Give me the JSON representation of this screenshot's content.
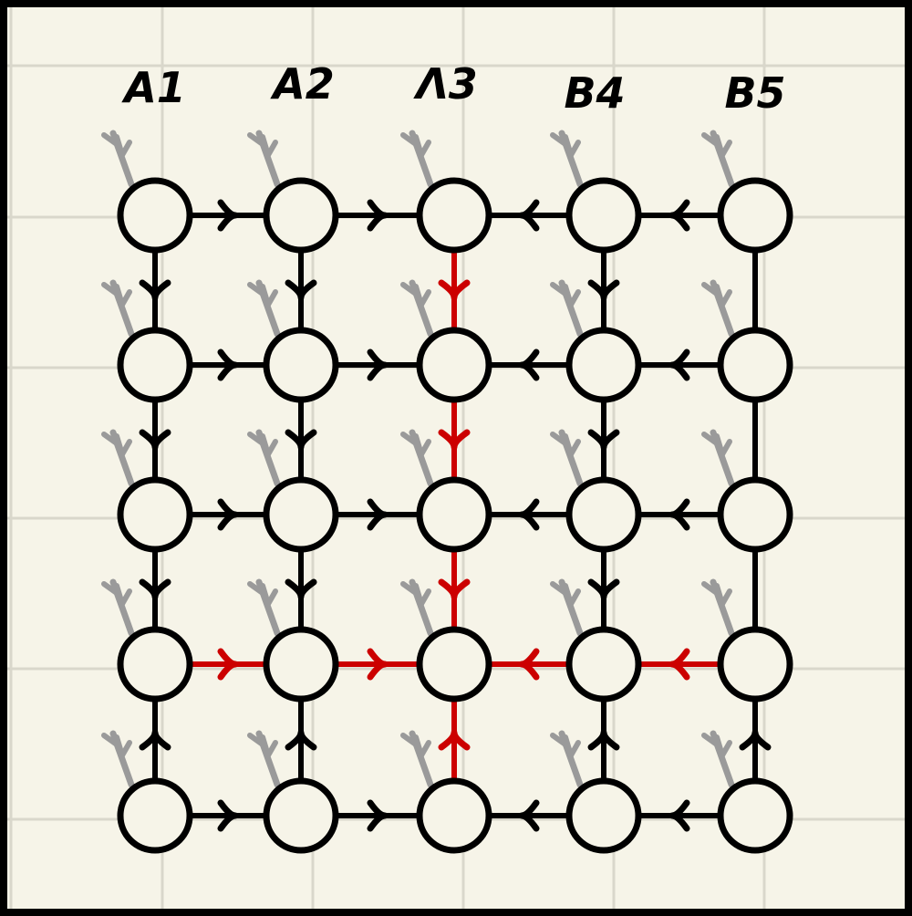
{
  "diagram": {
    "column_labels": [
      "A1",
      "A2",
      "Λ3",
      "B4",
      "B5"
    ],
    "colors": {
      "background": "#f6f4e8",
      "grid": "#d9d7cb",
      "ink": "#000000",
      "highlight": "#cc0000",
      "input_marker": "#9a9a9a"
    },
    "rows": 5,
    "columns": 5,
    "horizontal_edges": [
      {
        "row": 0,
        "from": 0,
        "to": 1,
        "dir": "right",
        "highlight": false
      },
      {
        "row": 0,
        "from": 1,
        "to": 2,
        "dir": "right",
        "highlight": false
      },
      {
        "row": 0,
        "from": 2,
        "to": 3,
        "dir": "left",
        "highlight": false
      },
      {
        "row": 0,
        "from": 3,
        "to": 4,
        "dir": "left",
        "highlight": false
      },
      {
        "row": 1,
        "from": 0,
        "to": 1,
        "dir": "right",
        "highlight": false
      },
      {
        "row": 1,
        "from": 1,
        "to": 2,
        "dir": "right",
        "highlight": false
      },
      {
        "row": 1,
        "from": 2,
        "to": 3,
        "dir": "left",
        "highlight": false
      },
      {
        "row": 1,
        "from": 3,
        "to": 4,
        "dir": "left",
        "highlight": false
      },
      {
        "row": 2,
        "from": 0,
        "to": 1,
        "dir": "right",
        "highlight": false
      },
      {
        "row": 2,
        "from": 1,
        "to": 2,
        "dir": "right",
        "highlight": false
      },
      {
        "row": 2,
        "from": 2,
        "to": 3,
        "dir": "left",
        "highlight": false
      },
      {
        "row": 2,
        "from": 3,
        "to": 4,
        "dir": "left",
        "highlight": false
      },
      {
        "row": 3,
        "from": 0,
        "to": 1,
        "dir": "right",
        "highlight": true
      },
      {
        "row": 3,
        "from": 1,
        "to": 2,
        "dir": "right",
        "highlight": true
      },
      {
        "row": 3,
        "from": 2,
        "to": 3,
        "dir": "left",
        "highlight": true
      },
      {
        "row": 3,
        "from": 3,
        "to": 4,
        "dir": "left",
        "highlight": true
      },
      {
        "row": 4,
        "from": 0,
        "to": 1,
        "dir": "right",
        "highlight": false
      },
      {
        "row": 4,
        "from": 1,
        "to": 2,
        "dir": "right",
        "highlight": false
      },
      {
        "row": 4,
        "from": 2,
        "to": 3,
        "dir": "left",
        "highlight": false
      },
      {
        "row": 4,
        "from": 3,
        "to": 4,
        "dir": "left",
        "highlight": false
      }
    ],
    "vertical_edges": [
      {
        "col": 0,
        "from": 0,
        "to": 1,
        "dir": "down",
        "highlight": false
      },
      {
        "col": 0,
        "from": 1,
        "to": 2,
        "dir": "down",
        "highlight": false
      },
      {
        "col": 0,
        "from": 2,
        "to": 3,
        "dir": "down",
        "highlight": false
      },
      {
        "col": 0,
        "from": 3,
        "to": 4,
        "dir": "up",
        "highlight": false
      },
      {
        "col": 1,
        "from": 0,
        "to": 1,
        "dir": "down",
        "highlight": false
      },
      {
        "col": 1,
        "from": 1,
        "to": 2,
        "dir": "down",
        "highlight": false
      },
      {
        "col": 1,
        "from": 2,
        "to": 3,
        "dir": "down",
        "highlight": false
      },
      {
        "col": 1,
        "from": 3,
        "to": 4,
        "dir": "up",
        "highlight": false
      },
      {
        "col": 2,
        "from": 0,
        "to": 1,
        "dir": "down",
        "highlight": true
      },
      {
        "col": 2,
        "from": 1,
        "to": 2,
        "dir": "down",
        "highlight": true
      },
      {
        "col": 2,
        "from": 2,
        "to": 3,
        "dir": "down",
        "highlight": true
      },
      {
        "col": 2,
        "from": 3,
        "to": 4,
        "dir": "up",
        "highlight": true
      },
      {
        "col": 3,
        "from": 0,
        "to": 1,
        "dir": "down",
        "highlight": false
      },
      {
        "col": 3,
        "from": 1,
        "to": 2,
        "dir": "down",
        "highlight": false
      },
      {
        "col": 3,
        "from": 2,
        "to": 3,
        "dir": "down",
        "highlight": false
      },
      {
        "col": 3,
        "from": 3,
        "to": 4,
        "dir": "up",
        "highlight": false
      },
      {
        "col": 4,
        "from": 0,
        "to": 1,
        "dir": "none",
        "highlight": false
      },
      {
        "col": 4,
        "from": 1,
        "to": 2,
        "dir": "none",
        "highlight": false
      },
      {
        "col": 4,
        "from": 2,
        "to": 3,
        "dir": "none",
        "highlight": false
      },
      {
        "col": 4,
        "from": 3,
        "to": 4,
        "dir": "up",
        "highlight": false
      }
    ]
  }
}
